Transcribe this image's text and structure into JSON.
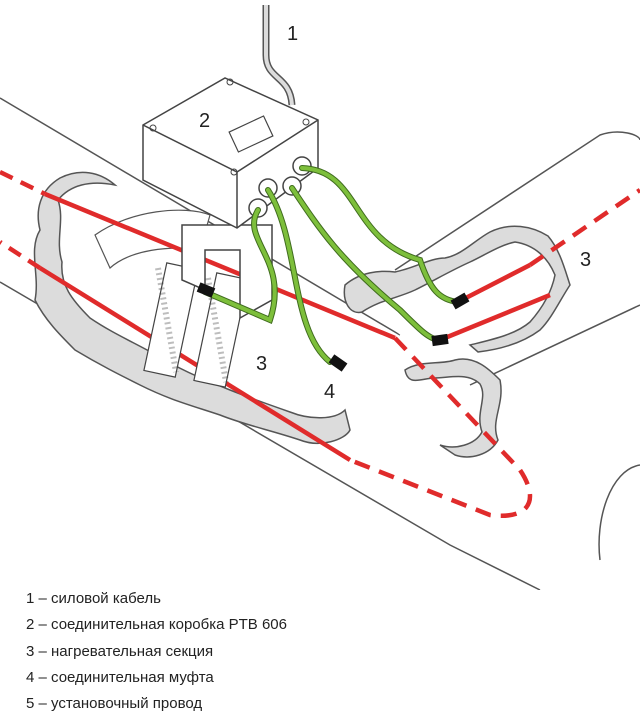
{
  "diagram": {
    "callouts": [
      {
        "key": "1",
        "text": "1"
      },
      {
        "key": "2",
        "text": "2"
      },
      {
        "key": "3a",
        "text": "3"
      },
      {
        "key": "3b",
        "text": "3"
      },
      {
        "key": "4",
        "text": "4"
      }
    ]
  },
  "legend": {
    "items": [
      "1 – силовой кабель",
      "2 – соединительная коробка PTB 606",
      "3 – нагревательная секция",
      "4 – соединительная муфта",
      "5 – установочный провод"
    ]
  },
  "colors": {
    "heating_cable": "#e02b2b",
    "install_wire": "#7dbf3b",
    "pipe_outline": "#555555",
    "insulation_fill": "#dcdcdc",
    "coupling": "#111111"
  }
}
